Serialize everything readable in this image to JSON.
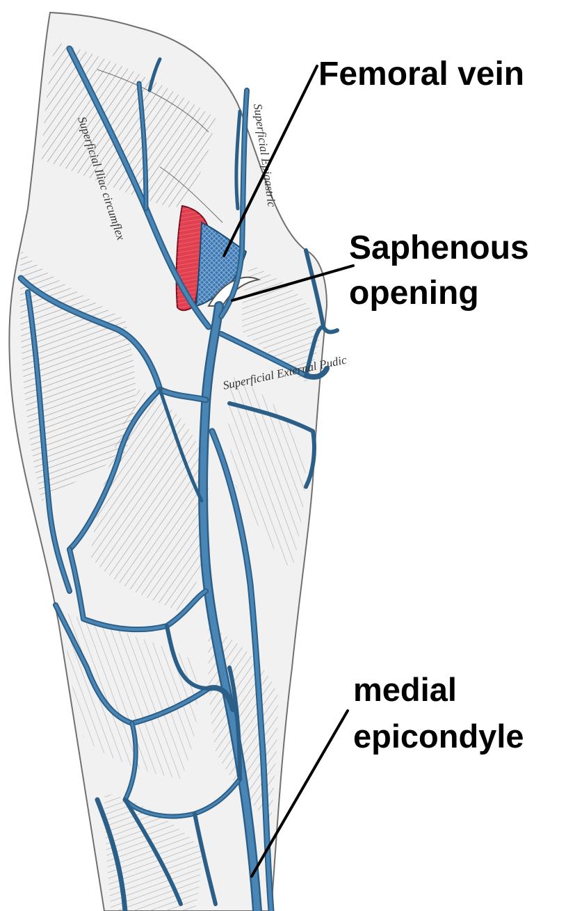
{
  "labels": {
    "femoral_vein": "Femoral vein",
    "saphenous_opening_line1": "Saphenous",
    "saphenous_opening_line2": "opening",
    "medial_epicondyle_line1": "medial",
    "medial_epicondyle_line2": "epicondyle"
  },
  "handwritten_labels": {
    "superficial_iliac_circumflex": "Superficial Iliac circumflex",
    "superficial_epigastric": "Superficial Epigastric",
    "superficial_external_pudic": "Superficial External Pudic"
  },
  "colors": {
    "vein": "#4a86b5",
    "vein_dark": "#2c5f88",
    "artery": "#e0404f",
    "femoral_vein_fill": "#3f78b0",
    "skin": "#eeeeee",
    "outline": "#6e6e6e",
    "text": "#000000"
  }
}
